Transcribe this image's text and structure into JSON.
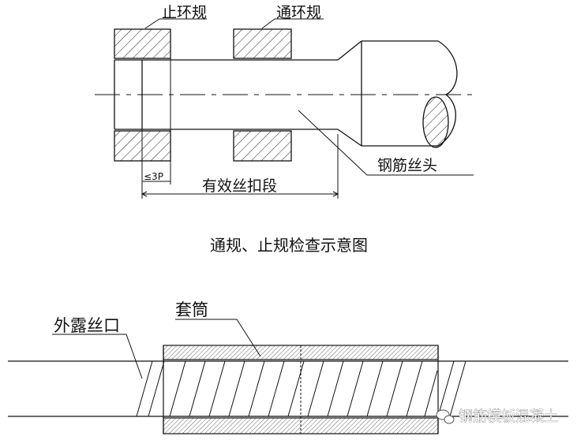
{
  "top_diagram": {
    "label_stop_ring": "止环规",
    "label_go_ring": "通环规",
    "label_rebar_head": "钢筋丝头",
    "label_dimension": "≤3P",
    "label_effective_thread": "有效丝扣段",
    "caption": "通规、止规检查示意图"
  },
  "bottom_diagram": {
    "label_exposed_thread": "外露丝口",
    "label_sleeve": "套筒"
  },
  "watermark": {
    "text": "钢筋模板混凝土"
  }
}
